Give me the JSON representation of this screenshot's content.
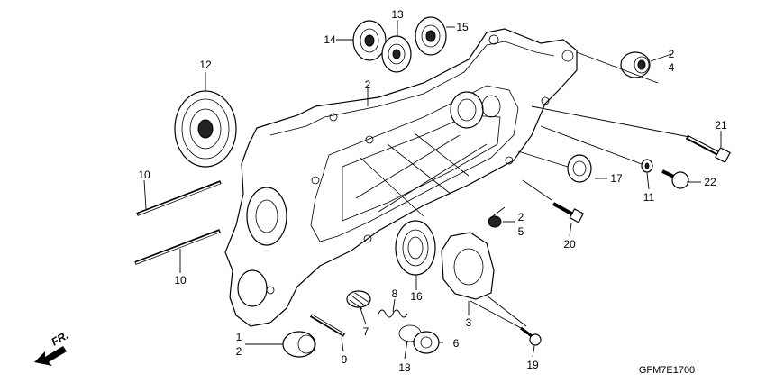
{
  "diagram": {
    "code": "GFM7E1700",
    "direction_label": "FR.",
    "callouts": [
      "12",
      "10",
      "10",
      "14",
      "13",
      "15",
      "2",
      "2",
      "4",
      "21",
      "17",
      "11",
      "22",
      "2",
      "5",
      "20",
      "16",
      "8",
      "3",
      "7",
      "6",
      "9",
      "18",
      "1",
      "2",
      "19"
    ]
  }
}
